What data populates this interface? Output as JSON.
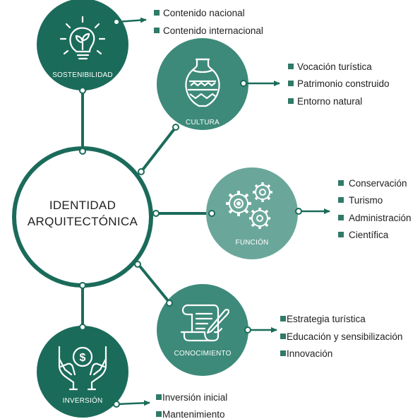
{
  "center": {
    "line1": "IDENTIDAD",
    "line2": "ARQUITECTÓNICA"
  },
  "colors": {
    "dark": "#1b6b5a",
    "mid": "#3d8a7a",
    "light": "#6aa79a",
    "bullet": "#2f7a68"
  },
  "nodes": {
    "sostenibilidad": {
      "label": "SOSTENIBILIDAD",
      "icon": "lightbulb-plant-icon",
      "items": [
        "Contenido nacional",
        "Contenido internacional"
      ]
    },
    "cultura": {
      "label": "CULTURA",
      "icon": "vase-icon",
      "items": [
        "Vocación turística",
        "Patrimonio construido",
        "Entorno natural"
      ]
    },
    "funcion": {
      "label": "FUNCIÓN",
      "icon": "gears-icon",
      "items": [
        "Conservación",
        "Turismo",
        "Administración",
        "Científica"
      ]
    },
    "conocimiento": {
      "label": "CONOCIMIENTO",
      "icon": "scroll-quill-icon",
      "items": [
        "Estrategia turística",
        "Educación y sensibilización",
        "Innovación"
      ]
    },
    "inversion": {
      "label": "INVERSIÓN",
      "icon": "hands-coin-icon",
      "items": [
        "Inversión inicial",
        "Mantenimiento"
      ]
    }
  }
}
